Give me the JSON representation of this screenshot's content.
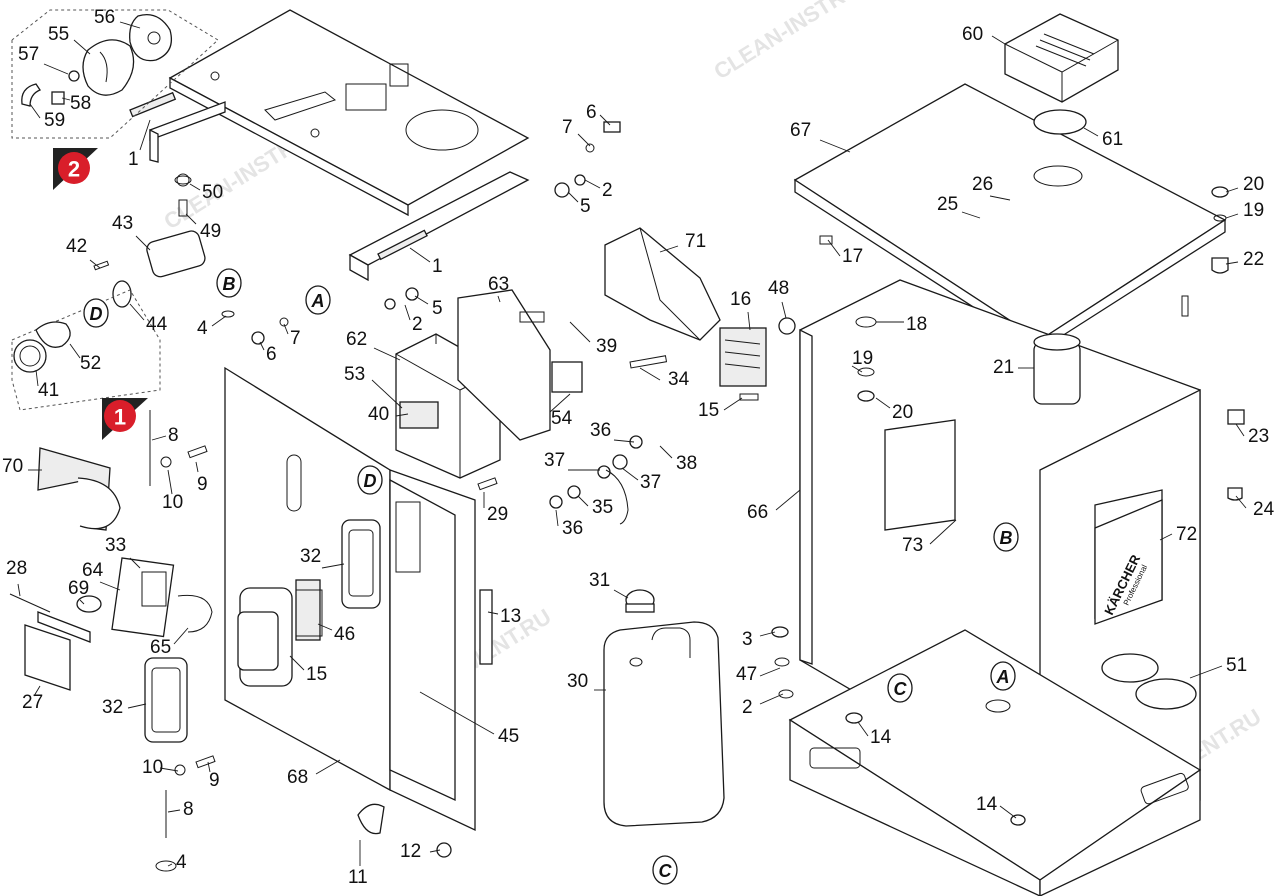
{
  "watermark": "CLEAN-INSTRUMENT.RU",
  "group_badges": [
    "1",
    "2"
  ],
  "connector_letters": [
    "A",
    "B",
    "C",
    "D"
  ],
  "logo": {
    "brand": "KÄRCHER",
    "sub": "Professional"
  },
  "part_numbers": [
    "1",
    "2",
    "3",
    "4",
    "5",
    "6",
    "7",
    "8",
    "9",
    "10",
    "11",
    "12",
    "13",
    "14",
    "15",
    "16",
    "17",
    "18",
    "19",
    "20",
    "21",
    "22",
    "23",
    "24",
    "25",
    "26",
    "27",
    "28",
    "29",
    "30",
    "31",
    "32",
    "33",
    "34",
    "35",
    "36",
    "37",
    "38",
    "39",
    "40",
    "41",
    "42",
    "43",
    "44",
    "45",
    "46",
    "47",
    "48",
    "49",
    "50",
    "51",
    "52",
    "53",
    "54",
    "55",
    "56",
    "57",
    "58",
    "59",
    "60",
    "61",
    "62",
    "63",
    "64",
    "65",
    "66",
    "67",
    "68",
    "69",
    "70",
    "71",
    "72",
    "73"
  ],
  "colors": {
    "badge": "#d91e2a",
    "badge_shadow": "#222222",
    "line": "#1a1a1a",
    "watermark": "#cfcfcf"
  }
}
